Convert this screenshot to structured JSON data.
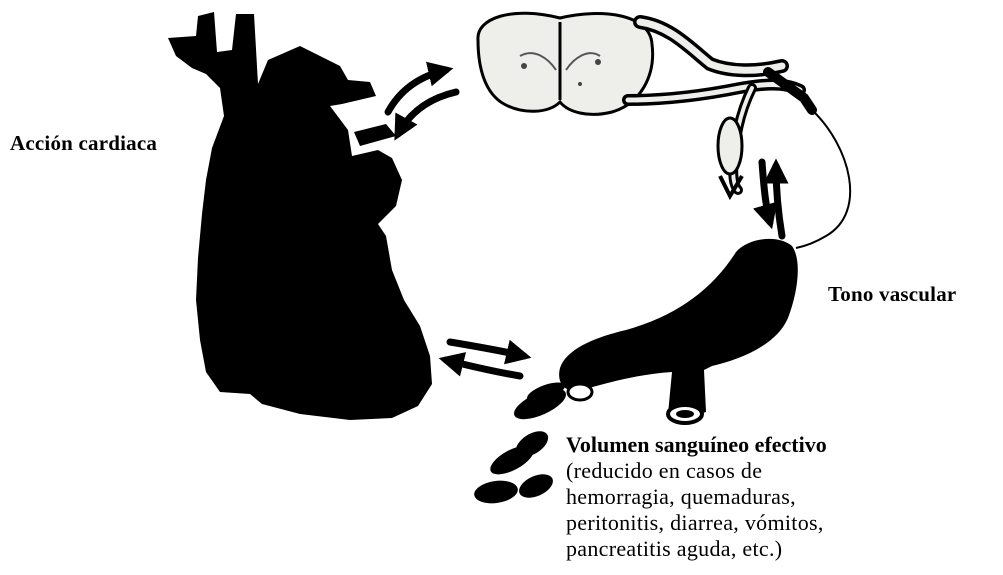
{
  "labels": {
    "heart": "Acción cardiaca",
    "vascular_tone": "Tono vascular",
    "blood_volume_title": "Volumen sanguíneo efectivo",
    "blood_volume_detail": [
      "(reducido en casos de",
      "hemorragia, quemaduras,",
      "peritonitis, diarrea, vómitos,",
      "pancreatitis aguda, etc.)"
    ]
  },
  "colors": {
    "ink": "#000000",
    "paper": "#ffffff",
    "tissue": "#eeeeea"
  },
  "icons": {
    "heart": "heart-silhouette-icon",
    "spinal_cord": "spinal-cord-section-icon",
    "vessel": "blood-vessel-icon",
    "blood_cells": "red-blood-cells-icon",
    "arrows": "bidirectional-arrow-icon"
  }
}
